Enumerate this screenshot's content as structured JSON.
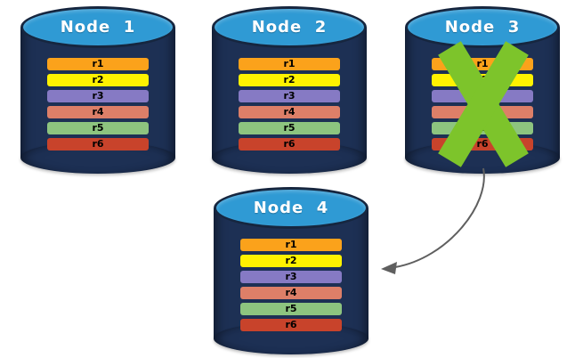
{
  "colors": {
    "cylinder_body": "#1D3054",
    "cylinder_top": "#2F9AD4",
    "failure_x": "#7DC42B",
    "arrow": "#5F5F5F"
  },
  "nodes": [
    {
      "title": "Node  1",
      "failed": false,
      "rows": [
        {
          "label": "r1",
          "color": "#FBA21B"
        },
        {
          "label": "r2",
          "color": "#FFF200"
        },
        {
          "label": "r3",
          "color": "#867AC4"
        },
        {
          "label": "r4",
          "color": "#DD7F68"
        },
        {
          "label": "r5",
          "color": "#8DC47F"
        },
        {
          "label": "r6",
          "color": "#C8432B"
        }
      ]
    },
    {
      "title": "Node  2",
      "failed": false,
      "rows": [
        {
          "label": "r1",
          "color": "#FBA21B"
        },
        {
          "label": "r2",
          "color": "#FFF200"
        },
        {
          "label": "r3",
          "color": "#867AC4"
        },
        {
          "label": "r4",
          "color": "#DD7F68"
        },
        {
          "label": "r5",
          "color": "#8DC47F"
        },
        {
          "label": "r6",
          "color": "#C8432B"
        }
      ]
    },
    {
      "title": "Node  3",
      "failed": true,
      "failure_marker": "X",
      "rows": [
        {
          "label": "r1",
          "color": "#FBA21B"
        },
        {
          "label": "r2",
          "color": "#FFF200"
        },
        {
          "label": "r3",
          "color": "#867AC4"
        },
        {
          "label": "r4",
          "color": "#DD7F68"
        },
        {
          "label": "r5",
          "color": "#8DC47F"
        },
        {
          "label": "r6",
          "color": "#C8432B"
        }
      ]
    },
    {
      "title": "Node  4",
      "failed": false,
      "rows": [
        {
          "label": "r1",
          "color": "#FBA21B"
        },
        {
          "label": "r2",
          "color": "#FFF200"
        },
        {
          "label": "r3",
          "color": "#867AC4"
        },
        {
          "label": "r4",
          "color": "#DD7F68"
        },
        {
          "label": "r5",
          "color": "#8DC47F"
        },
        {
          "label": "r6",
          "color": "#C8432B"
        }
      ]
    }
  ],
  "arrow": {
    "from": "Node 3",
    "to": "Node 4"
  }
}
